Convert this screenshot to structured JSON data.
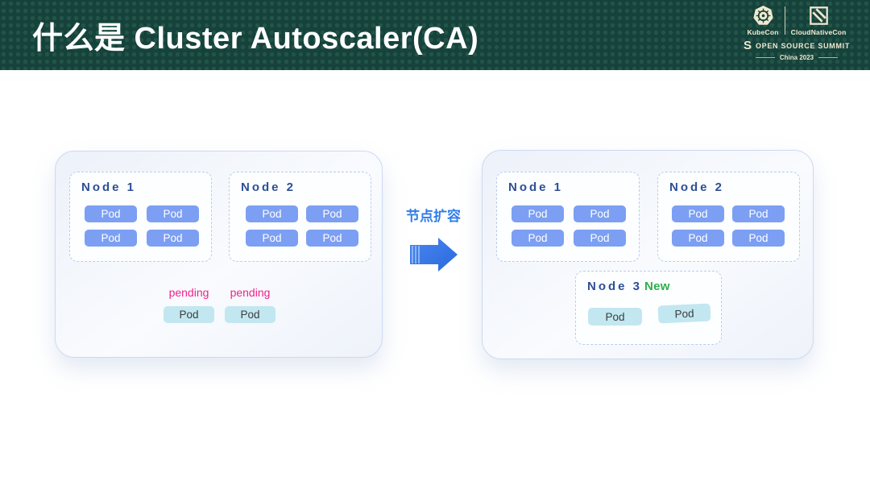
{
  "slide": {
    "title": "什么是 Cluster Autoscaler(CA)"
  },
  "header_logos": {
    "kubecon_label": "KubeCon",
    "cloudnativecon_label": "CloudNativeCon",
    "summit_label": "OPEN SOURCE SUMMIT",
    "edition_label": "China 2023"
  },
  "diagram": {
    "arrow_label": "节点扩容",
    "before_cluster": {
      "nodes": [
        {
          "name": "Node 1",
          "pods": [
            "Pod",
            "Pod",
            "Pod",
            "Pod"
          ]
        },
        {
          "name": "Node 2",
          "pods": [
            "Pod",
            "Pod",
            "Pod",
            "Pod"
          ]
        }
      ],
      "pending": [
        {
          "status": "pending",
          "pod": "Pod"
        },
        {
          "status": "pending",
          "pod": "Pod"
        }
      ]
    },
    "after_cluster": {
      "nodes": [
        {
          "name": "Node 1",
          "pods": [
            "Pod",
            "Pod",
            "Pod",
            "Pod"
          ]
        },
        {
          "name": "Node 2",
          "pods": [
            "Pod",
            "Pod",
            "Pod",
            "Pod"
          ]
        },
        {
          "name": "Node 3",
          "badge": "New",
          "pods": [
            "Pod",
            "Pod"
          ]
        }
      ]
    },
    "colors": {
      "header_bg": "#15423a",
      "logo_cream": "#f0e8cf",
      "pod_blue": "#7c9ff3",
      "pod_cyan": "#c2e7f0",
      "node_title_blue": "#2d4f96",
      "pending_pink": "#f0218c",
      "new_green": "#2fae4d",
      "arrow_blue": "#2f7ce8"
    }
  }
}
